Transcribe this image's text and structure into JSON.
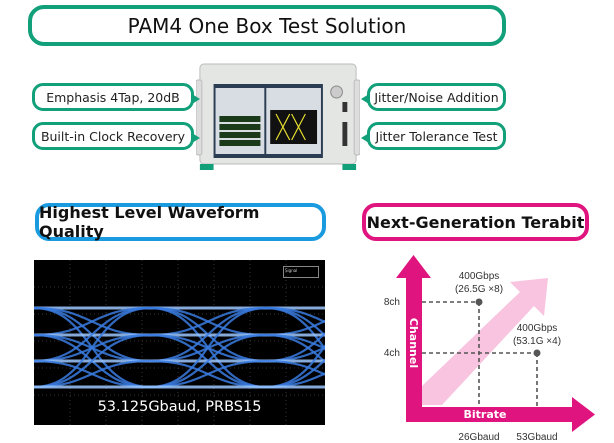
{
  "banner": {
    "title": "PAM4 One Box Test Solution"
  },
  "callouts": {
    "left": [
      "Emphasis 4Tap, 20dB",
      "Built-in Clock Recovery"
    ],
    "right": [
      "Jitter/Noise Addition",
      "Jitter Tolerance Test"
    ]
  },
  "headings": {
    "waveform": "Highest Level Waveform Quality",
    "terabit": "Next-Generation Terabit"
  },
  "eye": {
    "caption": "53.125Gbaud, PRBS15",
    "legend": "Signal"
  },
  "colors": {
    "green": "#12a07a",
    "blue": "#1a9be0",
    "magenta": "#e0147f",
    "pink": "#f8c4e0"
  },
  "chart_data": {
    "type": "scatter",
    "xlabel": "Bitrate",
    "ylabel": "Channel",
    "x_ticks": [
      "26Gbaud",
      "53Gbaud"
    ],
    "y_ticks": [
      "8ch",
      "4ch"
    ],
    "points": [
      {
        "x": "26Gbaud",
        "y": "8ch",
        "label1": "400Gbps",
        "label2": "(26.5G ×8)"
      },
      {
        "x": "53Gbaud",
        "y": "4ch",
        "label1": "400Gbps",
        "label2": "(53.1G ×4)"
      }
    ]
  }
}
